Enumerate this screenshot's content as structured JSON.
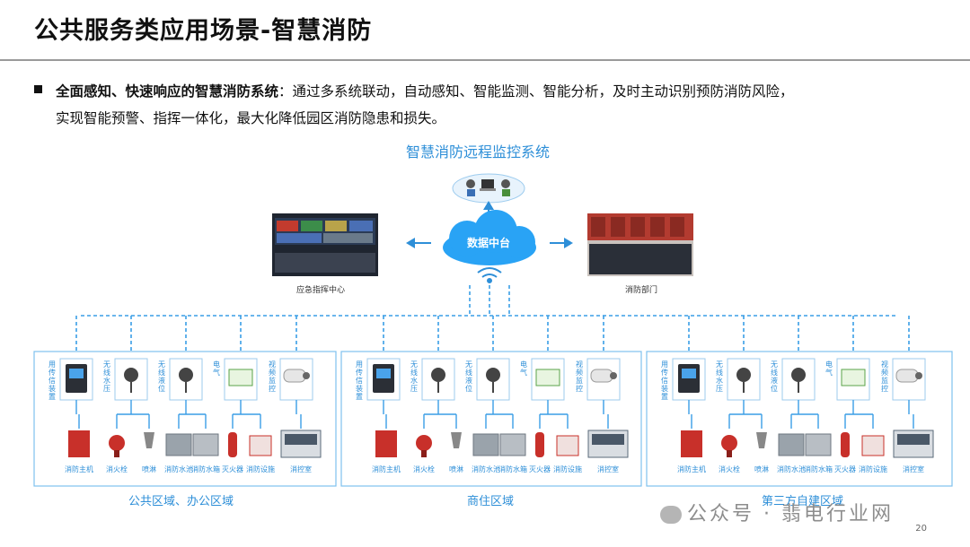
{
  "title": "公共服务类应用场景-智慧消防",
  "intro": {
    "bold": "全面感知、快速响应的智慧消防系统",
    "line1_rest": "：通过多系统联动，自动感知、智能监测、智能分析，及时主动识别预防消防风险，",
    "line2": "实现智能预警、指挥一体化，最大化降低园区消防隐患和损失。"
  },
  "system_title": "智慧消防远程监控系统",
  "cloud_label": "数据中台",
  "left_photo_label": "应急指挥中心",
  "right_photo_label": "消防部门",
  "top_devices": [
    "用传信装置",
    "无线水压",
    "无线液位",
    "电气",
    "视频监控"
  ],
  "bottom_devices": [
    "消防主机",
    "消火栓",
    "喷淋",
    "消防水池",
    "消防水箱",
    "灭火器",
    "消防设施",
    "消控室"
  ],
  "zones": [
    "公共区域、办公区域",
    "商住区域",
    "第三方自建区域"
  ],
  "watermark": "公众号 · 翡电行业网",
  "page_number": "20",
  "colors": {
    "accent": "#2e8fd8",
    "dashed": "#3a9ee6",
    "cloud": "#29a3f5",
    "box_border": "#7fc1ee"
  }
}
